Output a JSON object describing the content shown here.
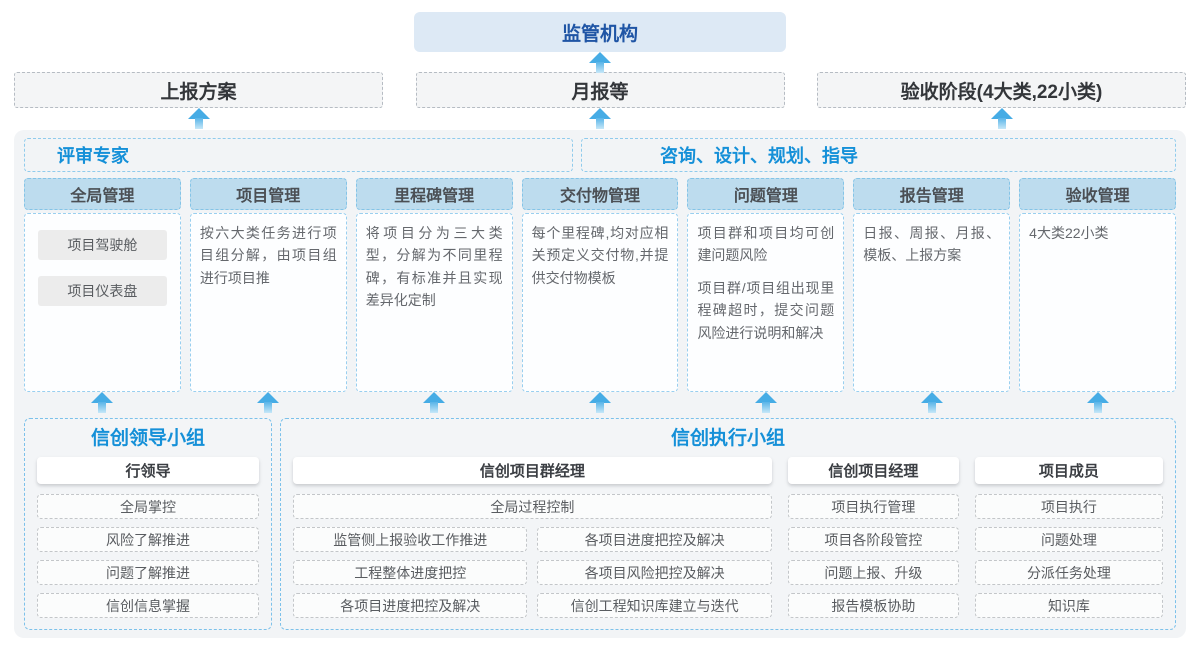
{
  "top": {
    "regulator": "监管机构",
    "tier2": [
      {
        "label": "上报方案"
      },
      {
        "label": "月报等"
      },
      {
        "label": "验收阶段(4大类,22小类)"
      }
    ]
  },
  "platform": {
    "review_title": "评审专家",
    "consult_title": "咨询、设计、规划、指导",
    "columns": [
      {
        "title": "全局管理",
        "tags": [
          "项目驾驶舱",
          "项目仪表盘"
        ]
      },
      {
        "title": "项目管理",
        "paragraphs": [
          "按六大类任务进行项目组分解，由项目组进行项目推"
        ]
      },
      {
        "title": "里程碑管理",
        "paragraphs": [
          "将项目分为三大类型，分解为不同里程碑，有标准并且实现差异化定制"
        ]
      },
      {
        "title": "交付物管理",
        "paragraphs": [
          "每个里程碑,均对应相关预定义交付物,并提供交付物模板"
        ]
      },
      {
        "title": "问题管理",
        "paragraphs": [
          "项目群和项目均可创建问题风险",
          "项目群/项目组出现里程碑超时，提交问题风险进行说明和解决"
        ]
      },
      {
        "title": "报告管理",
        "paragraphs": [
          "日报、周报、月报、模板、上报方案"
        ]
      },
      {
        "title": "验收管理",
        "paragraphs": [
          "4大类22小类"
        ]
      }
    ]
  },
  "groups": {
    "leader": {
      "title": "信创领导小组",
      "role": "行领导",
      "items": [
        "全局掌控",
        "风险了解推进",
        "问题了解推进",
        "信创信息掌握"
      ]
    },
    "executor": {
      "title": "信创执行小组",
      "program_manager": {
        "role": "信创项目群经理",
        "full_item": "全局过程控制",
        "left_items": [
          "监管侧上报验收工作推进",
          "工程整体进度把控",
          "各项目进度把控及解决"
        ],
        "right_items": [
          "各项目进度把控及解决",
          "各项目风险把控及解决",
          "信创工程知识库建立与迭代"
        ]
      },
      "project_manager": {
        "role": "信创项目经理",
        "items": [
          "项目执行管理",
          "项目各阶段管控",
          "问题上报、升级",
          "报告模板协助"
        ]
      },
      "member": {
        "role": "项目成员",
        "items": [
          "项目执行",
          "问题处理",
          "分派任务处理",
          "知识库"
        ]
      }
    }
  },
  "colors": {
    "accent_blue": "#1590d8",
    "regulator_bg": "#dde9f5",
    "regulator_text": "#1f55a5",
    "column_header_bg": "#bddcee",
    "dashed_blue_border": "#84c4e7",
    "arrow_blue": "#46ace5",
    "container_bg": "#f2f4f6"
  }
}
